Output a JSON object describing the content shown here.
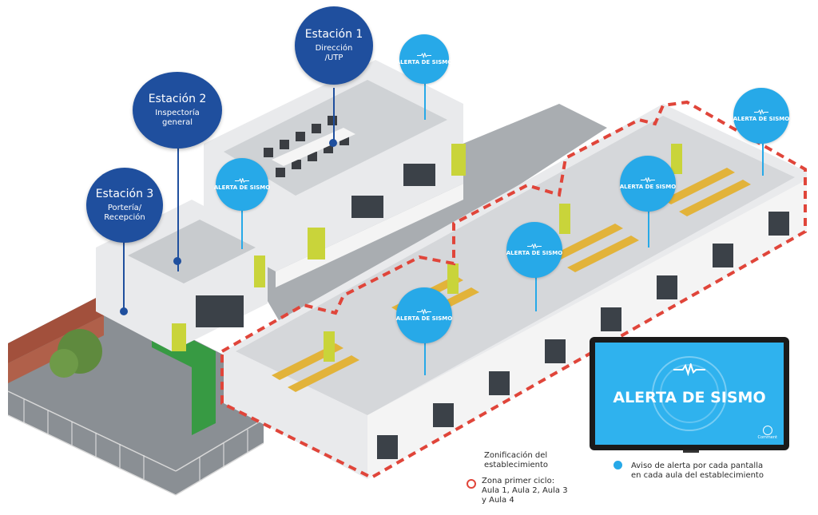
{
  "stations": [
    {
      "title": "Estación 1",
      "subtitle": "Dirección /UTP"
    },
    {
      "title": "Estación 2",
      "subtitle": "Inspectoría general"
    },
    {
      "title": "Estación 3",
      "subtitle": "Portería/ Recepción"
    }
  ],
  "alert_label": "ALERTA DE SISMO",
  "screen": {
    "title": "ALERTA DE SISMO",
    "brand": "Comment"
  },
  "legend": {
    "zoning_title": "Zonificación del establecimiento",
    "zone_label": "Zona primer ciclo: Aula 1, Aula 2, Aula 3 y Aula 4",
    "alert_notice": "Aviso de alerta por cada pantalla en cada aula del establecimiento"
  },
  "colors": {
    "station": "#1f4f9e",
    "alert": "#27a9e8",
    "zone_border": "#e0453a",
    "classroom_door": "#c9d43a",
    "gate": "#2e9b3a"
  }
}
